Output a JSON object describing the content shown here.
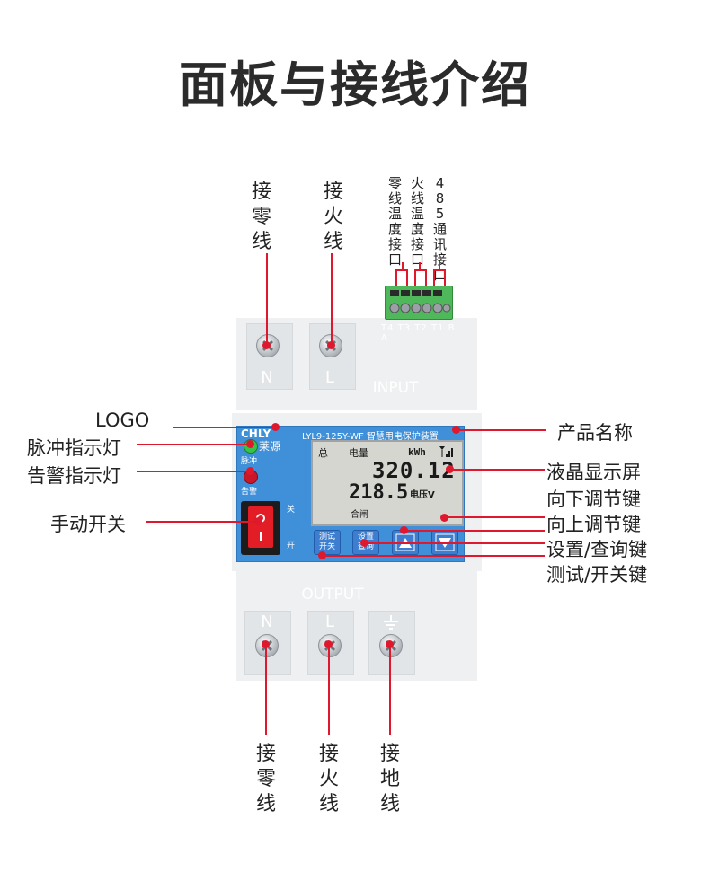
{
  "title": "面板与接线介绍",
  "top_labels": {
    "neutral": "接零线",
    "live": "接火线",
    "neutral_temp": "零线温度接口",
    "live_temp": "火线温度接口",
    "rs485": "485通讯接口"
  },
  "connector_pins": "T4 T3 T2 T1 B A",
  "input_terminals": {
    "n": "N",
    "l": "L",
    "caption": "INPUT"
  },
  "output_terminals": {
    "n": "N",
    "l": "L",
    "caption": "OUTPUT"
  },
  "device": {
    "logo_text": "CHLY",
    "logo_cn": "莱源",
    "model_name": "LYL9-125Y-WF 智慧用电保护装置",
    "pulse_led_label": "脉冲",
    "alarm_led_label": "告警",
    "switch_off": "关",
    "switch_on": "开",
    "lcd": {
      "total": "总",
      "energy": "电量",
      "unit_kwh": "kWh",
      "main_value": "320.12",
      "voltage_value": "218.5",
      "voltage_label": "电压V",
      "breaker_state": "合闸"
    },
    "buttons": {
      "test_line1": "测试",
      "test_line2": "开关",
      "set_line1": "设置",
      "set_line2": "查询"
    }
  },
  "left_labels": {
    "logo": "LOGO",
    "pulse": "脉冲指示灯",
    "alarm": "告警指示灯",
    "manual": "手动开关"
  },
  "right_labels": {
    "product_name": "产品名称",
    "lcd": "液晶显示屏",
    "down": "向下调节键",
    "up": "向上调节键",
    "set": "设置/查询键",
    "test": "测试/开关键"
  },
  "bottom_labels": {
    "neutral": "接零线",
    "live": "接火线",
    "ground": "接地线"
  },
  "colors": {
    "accent": "#e0182d",
    "panel_blue": "#3f8fd9",
    "button_blue": "#3d7ed0",
    "body_gray": "#eef0f1",
    "connector_green": "#4fb85a"
  }
}
